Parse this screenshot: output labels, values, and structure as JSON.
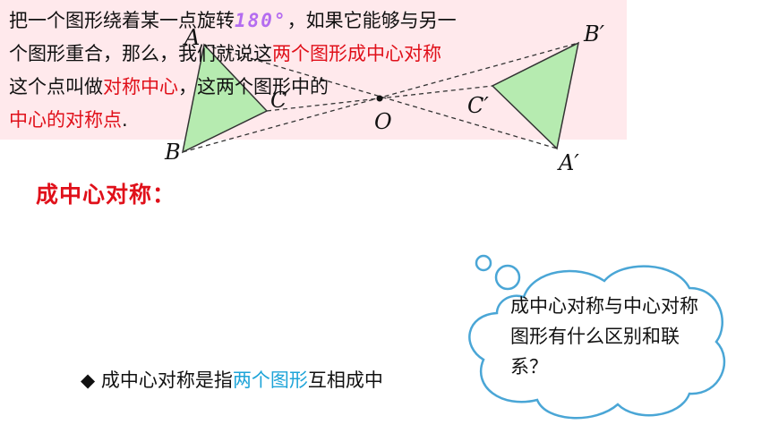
{
  "diagram": {
    "labels": {
      "A": "A",
      "B": "B",
      "C": "C",
      "O": "O",
      "A_prime": "A′",
      "B_prime": "B′",
      "C_prime": "C′"
    },
    "colors": {
      "triangle_fill": "#b6ebb0",
      "stroke": "#333333"
    }
  },
  "heading": "成中心对称：",
  "definition": {
    "line1_prefix": "把一个图形绕着某一点旋转",
    "line1_angle": "180°",
    "line1_suffix": "，如果它能够与另一",
    "line2_prefix": "个图形重合，那么，我们就说这",
    "line2_red": "两个图形成中心对称",
    "line3_prefix": "这个点叫做",
    "line3_red": "对称中心",
    "line3_suffix": "，这两个图形中的",
    "line4_red": "中心的对称点",
    "line4_suffix": "."
  },
  "bullet": {
    "marker": "◆",
    "prefix": "成中心对称是指",
    "blue": "两个图形",
    "suffix": "互相成中"
  },
  "callout": {
    "text": "成中心对称与中心对称图形有什么区别和联系？"
  },
  "colors": {
    "red": "#e0101a",
    "blue": "#1ea4d8",
    "box_bg": "#ffe9ec",
    "cloud_stroke": "#4aa6d6"
  }
}
